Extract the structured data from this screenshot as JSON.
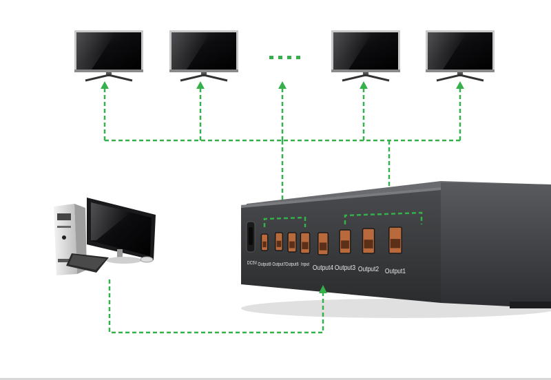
{
  "diagram": {
    "ellipsis": "· · · ·",
    "splitter": {
      "ports": [
        {
          "label": "DC5V"
        },
        {
          "label": "Output8"
        },
        {
          "label": "Output7"
        },
        {
          "label": "Output6"
        },
        {
          "label": "Input"
        },
        {
          "label": "Output4"
        },
        {
          "label": "Output3"
        },
        {
          "label": "Output2"
        },
        {
          "label": "Output1"
        }
      ]
    },
    "monitors": [
      {
        "name": "monitor-1"
      },
      {
        "name": "monitor-2"
      },
      {
        "name": "monitor-3"
      },
      {
        "name": "monitor-4"
      }
    ]
  },
  "colors": {
    "connector": "#35b04a",
    "device_body": "#3a3b3d",
    "device_face": "#2c2d2f",
    "port_gold": "#b86a3c",
    "screen": "#0e0e10"
  },
  "icons": [
    "monitor-icon",
    "desktop-computer-icon",
    "arrow-up-icon",
    "hdmi-port-icon"
  ]
}
